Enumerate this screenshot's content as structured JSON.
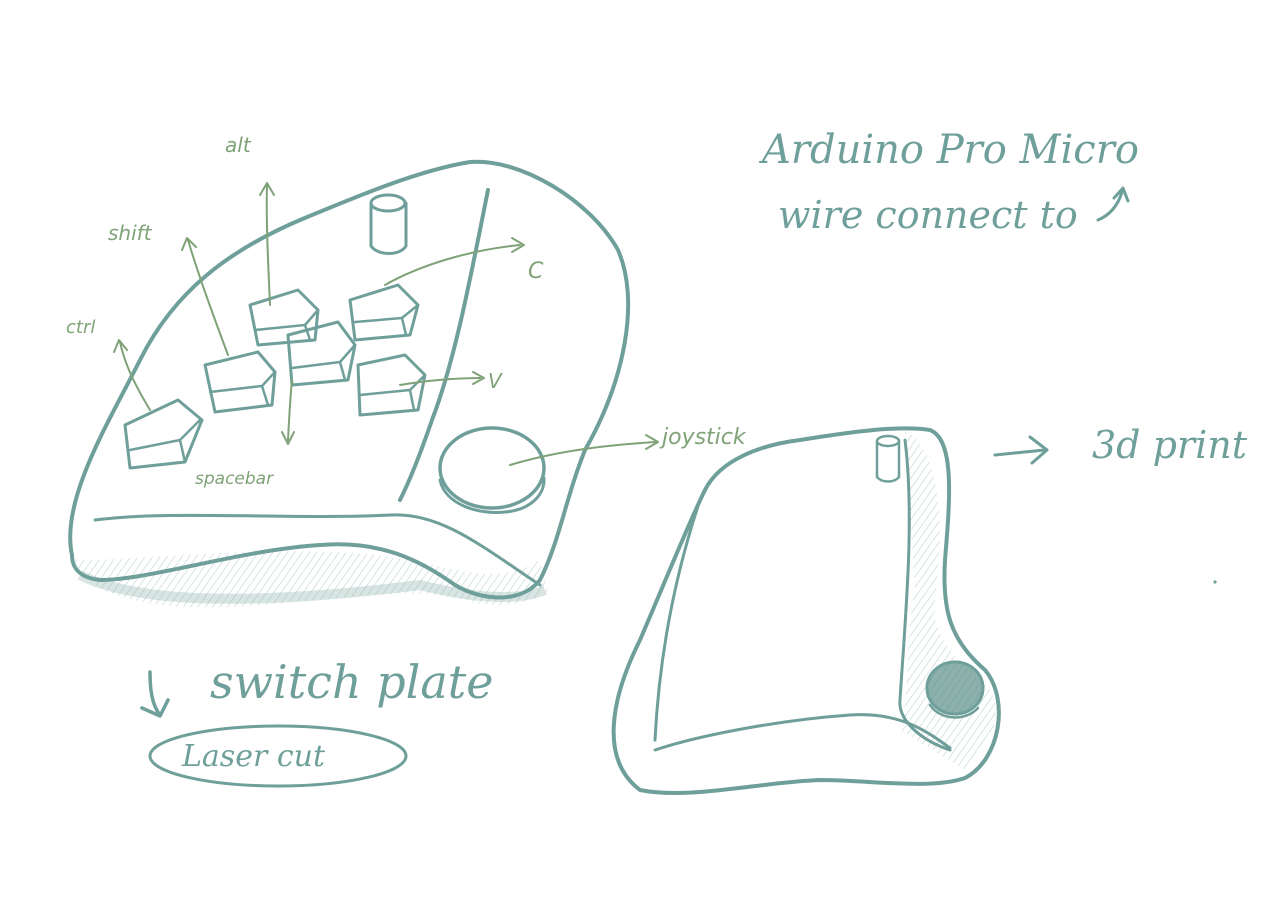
{
  "colors": {
    "ink": "#6f9f9a",
    "ink_dark": "#4f8580",
    "label_green": "#7fa277",
    "shade": "#8fb5b0",
    "background": "#ffffff"
  },
  "labels": {
    "alt": "alt",
    "shift": "shift",
    "ctrl": "ctrl",
    "c": "C",
    "v": "V",
    "spacebar": "spacebar",
    "joystick": "joystick"
  },
  "notes": {
    "arduino_line1": "Arduino Pro Micro",
    "arduino_line2": "wire connect to",
    "print": "3d print",
    "switch_plate": "switch plate",
    "laser_cut": "Laser cut"
  },
  "icons": {
    "arrow_right": "arrow-right-icon",
    "arrow_down_right": "arrow-down-right-icon",
    "arrow_curl": "arrow-curl-icon"
  }
}
